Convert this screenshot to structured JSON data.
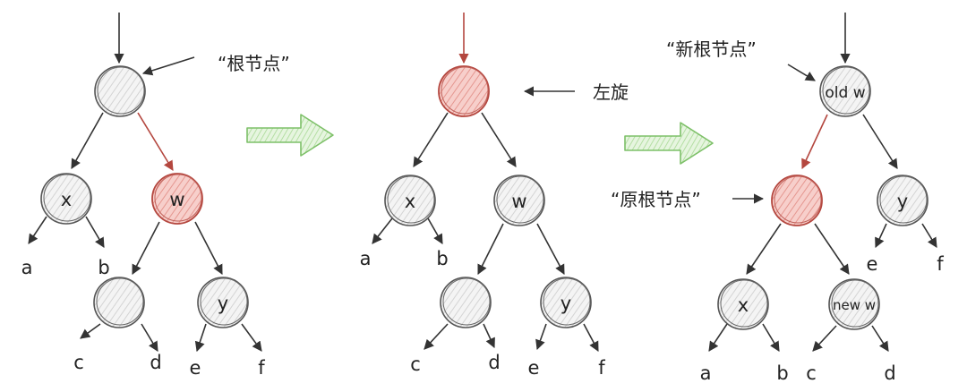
{
  "colors": {
    "stroke": "#333333",
    "gray_fill": "#e6e6e6",
    "red_stroke": "#b4473f",
    "red_fill": "#f3b9b4",
    "red_edge": "#b4473f",
    "arrow_green": "#7dc068",
    "arrow_green_fill": "#d9f0cf"
  },
  "diagrams": [
    {
      "nodes": {
        "root": {
          "label": ""
        },
        "x": {
          "label": "x"
        },
        "w": {
          "label": "w"
        },
        "wl": {
          "label": ""
        },
        "y": {
          "label": "y"
        }
      },
      "leaves": {
        "a": "a",
        "b": "b",
        "c": "c",
        "d": "d",
        "e": "e",
        "f": "f"
      },
      "annotation": "“根节点”"
    },
    {
      "nodes": {
        "root": {
          "label": ""
        },
        "x": {
          "label": "x"
        },
        "w": {
          "label": "w"
        },
        "wl": {
          "label": ""
        },
        "y": {
          "label": "y"
        }
      },
      "leaves": {
        "a": "a",
        "b": "b",
        "c": "c",
        "d": "d",
        "e": "e",
        "f": "f"
      },
      "annotation": "左旋"
    },
    {
      "nodes": {
        "oldw": {
          "label": "old w"
        },
        "orig": {
          "label": ""
        },
        "y": {
          "label": "y"
        },
        "x": {
          "label": "x"
        },
        "neww": {
          "label": "new w"
        }
      },
      "leaves": {
        "e": "e",
        "f": "f",
        "a": "a",
        "b": "b",
        "c": "c",
        "d": "d"
      },
      "annotations": {
        "new_root": "“新根节点”",
        "orig_root": "“原根节点”"
      }
    }
  ]
}
